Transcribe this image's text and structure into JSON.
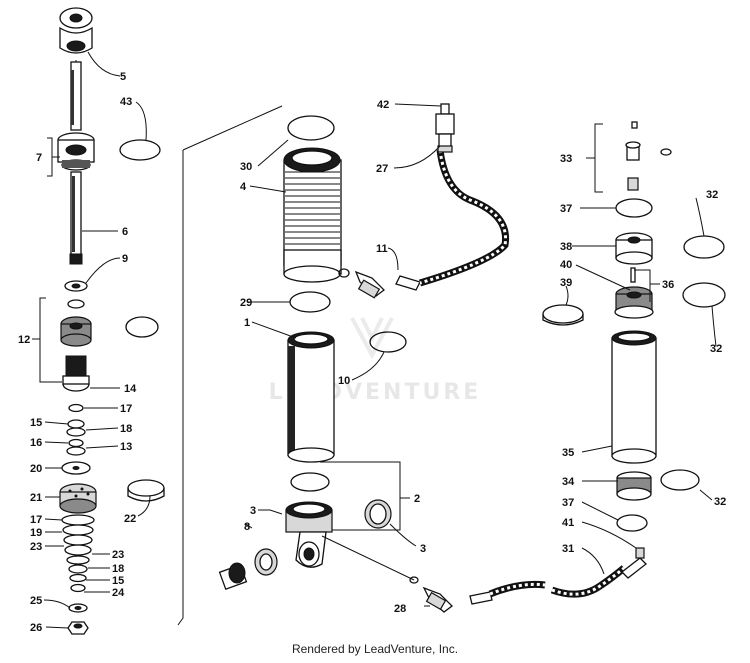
{
  "watermark": {
    "text": "LEADVENTURE"
  },
  "footer": {
    "credit": "Rendered by LeadVenture, Inc."
  },
  "callouts": [
    {
      "id": "c5",
      "text": "5"
    },
    {
      "id": "c43",
      "text": "43"
    },
    {
      "id": "c7",
      "text": "7"
    },
    {
      "id": "c6",
      "text": "6"
    },
    {
      "id": "c9",
      "text": "9"
    },
    {
      "id": "c12",
      "text": "12"
    },
    {
      "id": "c14",
      "text": "14"
    },
    {
      "id": "c17a",
      "text": "17"
    },
    {
      "id": "c15a",
      "text": "15"
    },
    {
      "id": "c18a",
      "text": "18"
    },
    {
      "id": "c16",
      "text": "16"
    },
    {
      "id": "c13",
      "text": "13"
    },
    {
      "id": "c20",
      "text": "20"
    },
    {
      "id": "c21",
      "text": "21"
    },
    {
      "id": "c22",
      "text": "22"
    },
    {
      "id": "c17b",
      "text": "17"
    },
    {
      "id": "c19",
      "text": "19"
    },
    {
      "id": "c23a",
      "text": "23"
    },
    {
      "id": "c23b",
      "text": "23"
    },
    {
      "id": "c18b",
      "text": "18"
    },
    {
      "id": "c15b",
      "text": "15"
    },
    {
      "id": "c24",
      "text": "24"
    },
    {
      "id": "c25",
      "text": "25"
    },
    {
      "id": "c26",
      "text": "26"
    },
    {
      "id": "c30",
      "text": "30"
    },
    {
      "id": "c4",
      "text": "4"
    },
    {
      "id": "c42",
      "text": "42"
    },
    {
      "id": "c27",
      "text": "27"
    },
    {
      "id": "c11",
      "text": "11"
    },
    {
      "id": "c29",
      "text": "29"
    },
    {
      "id": "c1",
      "text": "1"
    },
    {
      "id": "c10",
      "text": "10"
    },
    {
      "id": "c2",
      "text": "2"
    },
    {
      "id": "c3a",
      "text": "3"
    },
    {
      "id": "c3b",
      "text": "3"
    },
    {
      "id": "c8",
      "text": "8"
    },
    {
      "id": "c28",
      "text": "28"
    },
    {
      "id": "c33",
      "text": "33"
    },
    {
      "id": "c37a",
      "text": "37"
    },
    {
      "id": "c32a",
      "text": "32"
    },
    {
      "id": "c38",
      "text": "38"
    },
    {
      "id": "c40",
      "text": "40"
    },
    {
      "id": "c36",
      "text": "36"
    },
    {
      "id": "c39",
      "text": "39"
    },
    {
      "id": "c32b",
      "text": "32"
    },
    {
      "id": "c35",
      "text": "35"
    },
    {
      "id": "c34",
      "text": "34"
    },
    {
      "id": "c32c",
      "text": "32"
    },
    {
      "id": "c37b",
      "text": "37"
    },
    {
      "id": "c41",
      "text": "41"
    },
    {
      "id": "c31",
      "text": "31"
    }
  ]
}
